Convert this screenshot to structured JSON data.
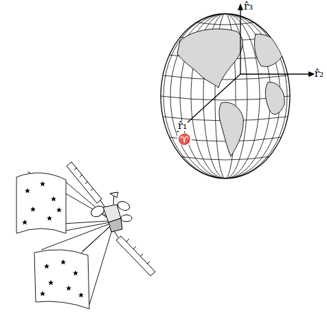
{
  "diagram": {
    "labels": [
      "r̂₃",
      "r̂₂",
      "r̂₁",
      "♈"
    ]
  }
}
